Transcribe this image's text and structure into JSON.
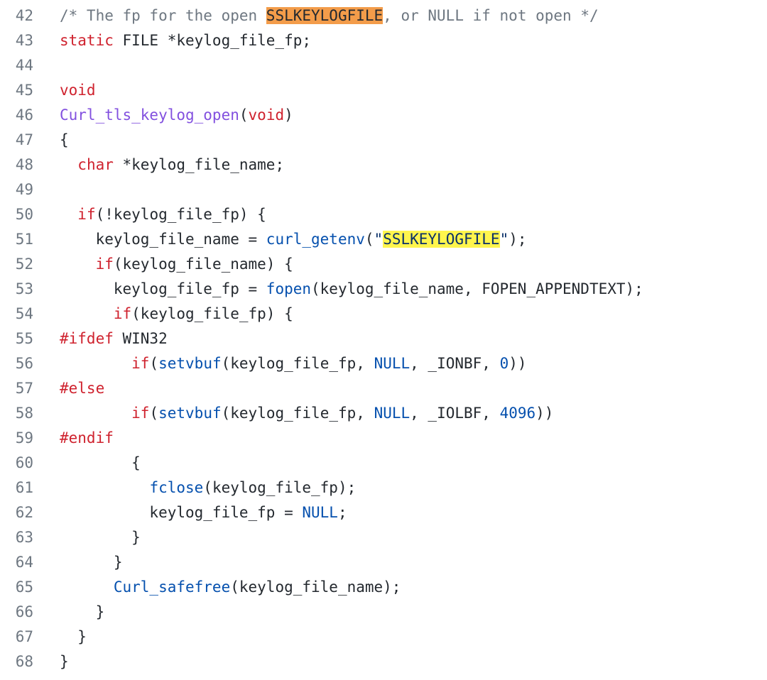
{
  "code_view": {
    "lines": [
      {
        "number": "42",
        "tokens": [
          {
            "text": "/* The fp for the open ",
            "kind": "comment"
          },
          {
            "text": "SSLKEYLOGFILE",
            "kind": "comment",
            "highlight": "orange"
          },
          {
            "text": ", or NULL if not open */",
            "kind": "comment"
          }
        ]
      },
      {
        "number": "43",
        "tokens": [
          {
            "text": "static",
            "kind": "keyword"
          },
          {
            "text": " FILE *keylog_file_fp;",
            "kind": "plain"
          }
        ]
      },
      {
        "number": "44",
        "tokens": []
      },
      {
        "number": "45",
        "tokens": [
          {
            "text": "void",
            "kind": "type"
          }
        ]
      },
      {
        "number": "46",
        "tokens": [
          {
            "text": "Curl_tls_keylog_open",
            "kind": "func-def"
          },
          {
            "text": "(",
            "kind": "plain"
          },
          {
            "text": "void",
            "kind": "type"
          },
          {
            "text": ")",
            "kind": "plain"
          }
        ]
      },
      {
        "number": "47",
        "tokens": [
          {
            "text": "{",
            "kind": "plain"
          }
        ]
      },
      {
        "number": "48",
        "tokens": [
          {
            "text": "  ",
            "kind": "plain"
          },
          {
            "text": "char",
            "kind": "type"
          },
          {
            "text": " *keylog_file_name;",
            "kind": "plain"
          }
        ]
      },
      {
        "number": "49",
        "tokens": []
      },
      {
        "number": "50",
        "tokens": [
          {
            "text": "  ",
            "kind": "plain"
          },
          {
            "text": "if",
            "kind": "keyword"
          },
          {
            "text": "(!keylog_file_fp) {",
            "kind": "plain"
          }
        ]
      },
      {
        "number": "51",
        "tokens": [
          {
            "text": "    keylog_file_name = ",
            "kind": "plain"
          },
          {
            "text": "curl_getenv",
            "kind": "func"
          },
          {
            "text": "(",
            "kind": "plain"
          },
          {
            "text": "\"",
            "kind": "string"
          },
          {
            "text": "SSLKEYLOGFILE",
            "kind": "string",
            "highlight": "yellow"
          },
          {
            "text": "\"",
            "kind": "string"
          },
          {
            "text": ");",
            "kind": "plain"
          }
        ]
      },
      {
        "number": "52",
        "tokens": [
          {
            "text": "    ",
            "kind": "plain"
          },
          {
            "text": "if",
            "kind": "keyword"
          },
          {
            "text": "(keylog_file_name) {",
            "kind": "plain"
          }
        ]
      },
      {
        "number": "53",
        "tokens": [
          {
            "text": "      keylog_file_fp = ",
            "kind": "plain"
          },
          {
            "text": "fopen",
            "kind": "func"
          },
          {
            "text": "(keylog_file_name, FOPEN_APPENDTEXT);",
            "kind": "plain"
          }
        ]
      },
      {
        "number": "54",
        "tokens": [
          {
            "text": "      ",
            "kind": "plain"
          },
          {
            "text": "if",
            "kind": "keyword"
          },
          {
            "text": "(keylog_file_fp) {",
            "kind": "plain"
          }
        ]
      },
      {
        "number": "55",
        "tokens": [
          {
            "text": "#ifdef",
            "kind": "preproc"
          },
          {
            "text": " WIN32",
            "kind": "plain"
          }
        ]
      },
      {
        "number": "56",
        "tokens": [
          {
            "text": "        ",
            "kind": "plain"
          },
          {
            "text": "if",
            "kind": "keyword"
          },
          {
            "text": "(",
            "kind": "plain"
          },
          {
            "text": "setvbuf",
            "kind": "func"
          },
          {
            "text": "(keylog_file_fp, ",
            "kind": "plain"
          },
          {
            "text": "NULL",
            "kind": "const"
          },
          {
            "text": ", _IONBF, ",
            "kind": "plain"
          },
          {
            "text": "0",
            "kind": "number"
          },
          {
            "text": "))",
            "kind": "plain"
          }
        ]
      },
      {
        "number": "57",
        "tokens": [
          {
            "text": "#else",
            "kind": "preproc"
          }
        ]
      },
      {
        "number": "58",
        "tokens": [
          {
            "text": "        ",
            "kind": "plain"
          },
          {
            "text": "if",
            "kind": "keyword"
          },
          {
            "text": "(",
            "kind": "plain"
          },
          {
            "text": "setvbuf",
            "kind": "func"
          },
          {
            "text": "(keylog_file_fp, ",
            "kind": "plain"
          },
          {
            "text": "NULL",
            "kind": "const"
          },
          {
            "text": ", _IOLBF, ",
            "kind": "plain"
          },
          {
            "text": "4096",
            "kind": "number"
          },
          {
            "text": "))",
            "kind": "plain"
          }
        ]
      },
      {
        "number": "59",
        "tokens": [
          {
            "text": "#endif",
            "kind": "preproc"
          }
        ]
      },
      {
        "number": "60",
        "tokens": [
          {
            "text": "        {",
            "kind": "plain"
          }
        ]
      },
      {
        "number": "61",
        "tokens": [
          {
            "text": "          ",
            "kind": "plain"
          },
          {
            "text": "fclose",
            "kind": "func"
          },
          {
            "text": "(keylog_file_fp);",
            "kind": "plain"
          }
        ]
      },
      {
        "number": "62",
        "tokens": [
          {
            "text": "          keylog_file_fp = ",
            "kind": "plain"
          },
          {
            "text": "NULL",
            "kind": "const"
          },
          {
            "text": ";",
            "kind": "plain"
          }
        ]
      },
      {
        "number": "63",
        "tokens": [
          {
            "text": "        }",
            "kind": "plain"
          }
        ]
      },
      {
        "number": "64",
        "tokens": [
          {
            "text": "      }",
            "kind": "plain"
          }
        ]
      },
      {
        "number": "65",
        "tokens": [
          {
            "text": "      ",
            "kind": "plain"
          },
          {
            "text": "Curl_safefree",
            "kind": "func"
          },
          {
            "text": "(keylog_file_name);",
            "kind": "plain"
          }
        ]
      },
      {
        "number": "66",
        "tokens": [
          {
            "text": "    }",
            "kind": "plain"
          }
        ]
      },
      {
        "number": "67",
        "tokens": [
          {
            "text": "  }",
            "kind": "plain"
          }
        ]
      },
      {
        "number": "68",
        "tokens": [
          {
            "text": "}",
            "kind": "plain"
          }
        ]
      }
    ],
    "colors": {
      "comment": "#6e7781",
      "keyword": "#cf222e",
      "function": "#0550ae",
      "function_definition": "#8250df",
      "highlight_orange": "#f39c4a",
      "highlight_yellow": "#fff54d"
    }
  }
}
